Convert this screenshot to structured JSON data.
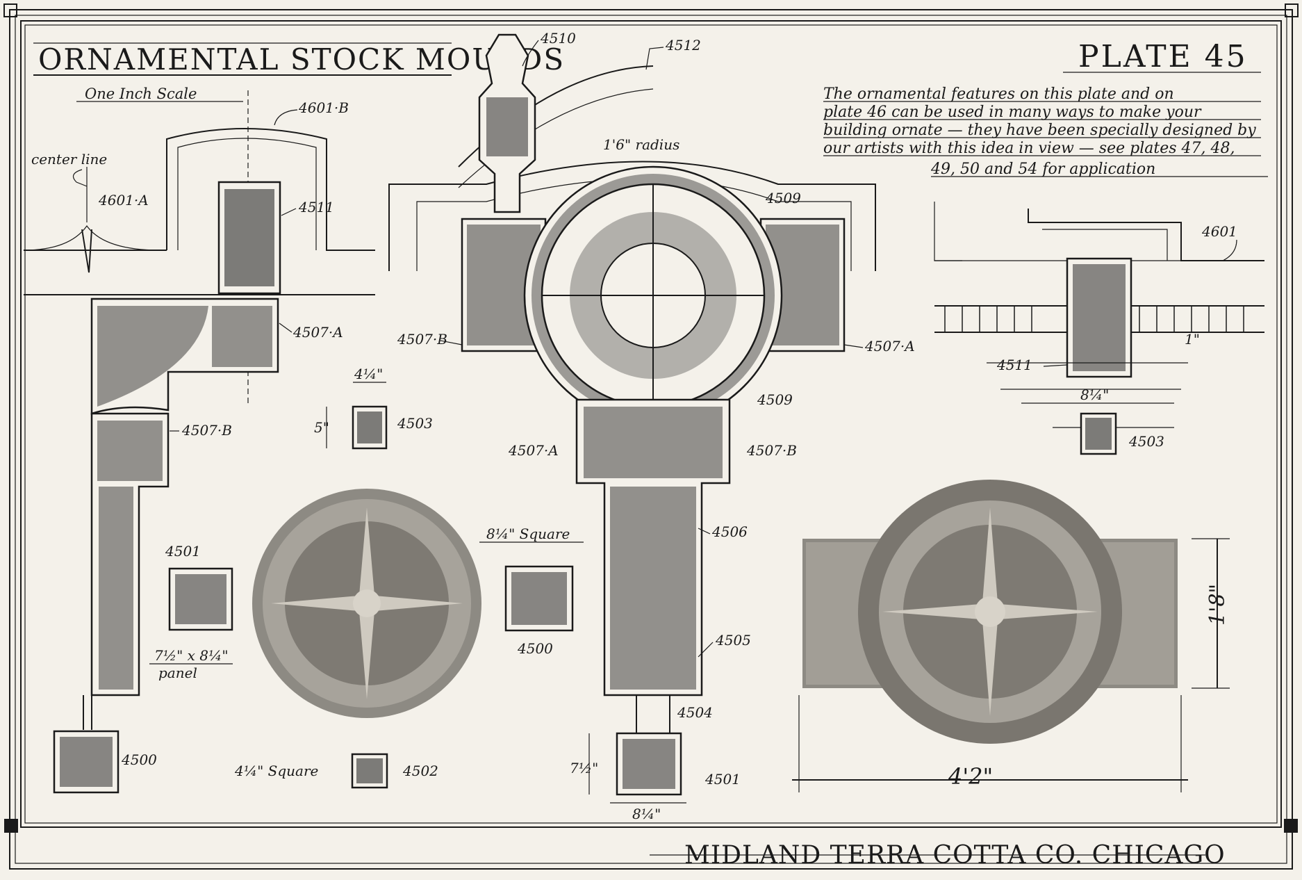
{
  "plate": {
    "title": "ORNAMENTAL STOCK MOULDS",
    "scale_note": "One Inch Scale",
    "plate_number": "PLATE 45",
    "footer": "MIDLAND TERRA COTTA CO. CHICAGO"
  },
  "note": {
    "lines": [
      "The ornamental features on this plate and on",
      "plate 46 can be used in many ways to make your",
      "building ornate — they have been specially designed by",
      "our artists with this idea in view — see plates 47, 48,",
      "49, 50 and 54 for application"
    ]
  },
  "labels": {
    "center_line": "center line",
    "l4601a": "4601·A",
    "l4601b": "4601·B",
    "l4511_left": "4511",
    "l4507a_left": "4507·A",
    "l4507b_left": "4507·B",
    "l4501_left": "4501",
    "panel_note_1": "7½\" x 8¼\"",
    "panel_note_2": "panel",
    "l4500_left": "4500",
    "dim_4q": "4¼\"",
    "dim_5": "5\"",
    "l4503_mid": "4503",
    "l4502": "4502",
    "sq_4q": "4¼\" Square",
    "l4510": "4510",
    "l4512": "4512",
    "radius": "1'6\" radius",
    "l4509_top": "4509",
    "l4507b_mid": "4507·B",
    "l4507a_mid": "4507·A",
    "l4509_mid": "4509",
    "l4507a_low": "4507·A",
    "l4507b_low": "4507·B",
    "sq_8q": "8¼\" Square",
    "l4500_mid": "4500",
    "l4506": "4506",
    "l4505": "4505",
    "l4504": "4504",
    "l4501_mid": "4501",
    "dim_7h": "7½\"",
    "dim_8q_mid": "8¼\"",
    "l4601_right": "4601",
    "l4511_right": "4511",
    "dim_1": "1\"",
    "dim_8q_right": "8¼\"",
    "l4503_right": "4503",
    "dim_1_8": "1'8\"",
    "dim_4_2": "4'2\""
  },
  "colors": {
    "paper": "#f4f1ea",
    "ink": "#1a1a1a",
    "photo": "#8d8a83"
  }
}
